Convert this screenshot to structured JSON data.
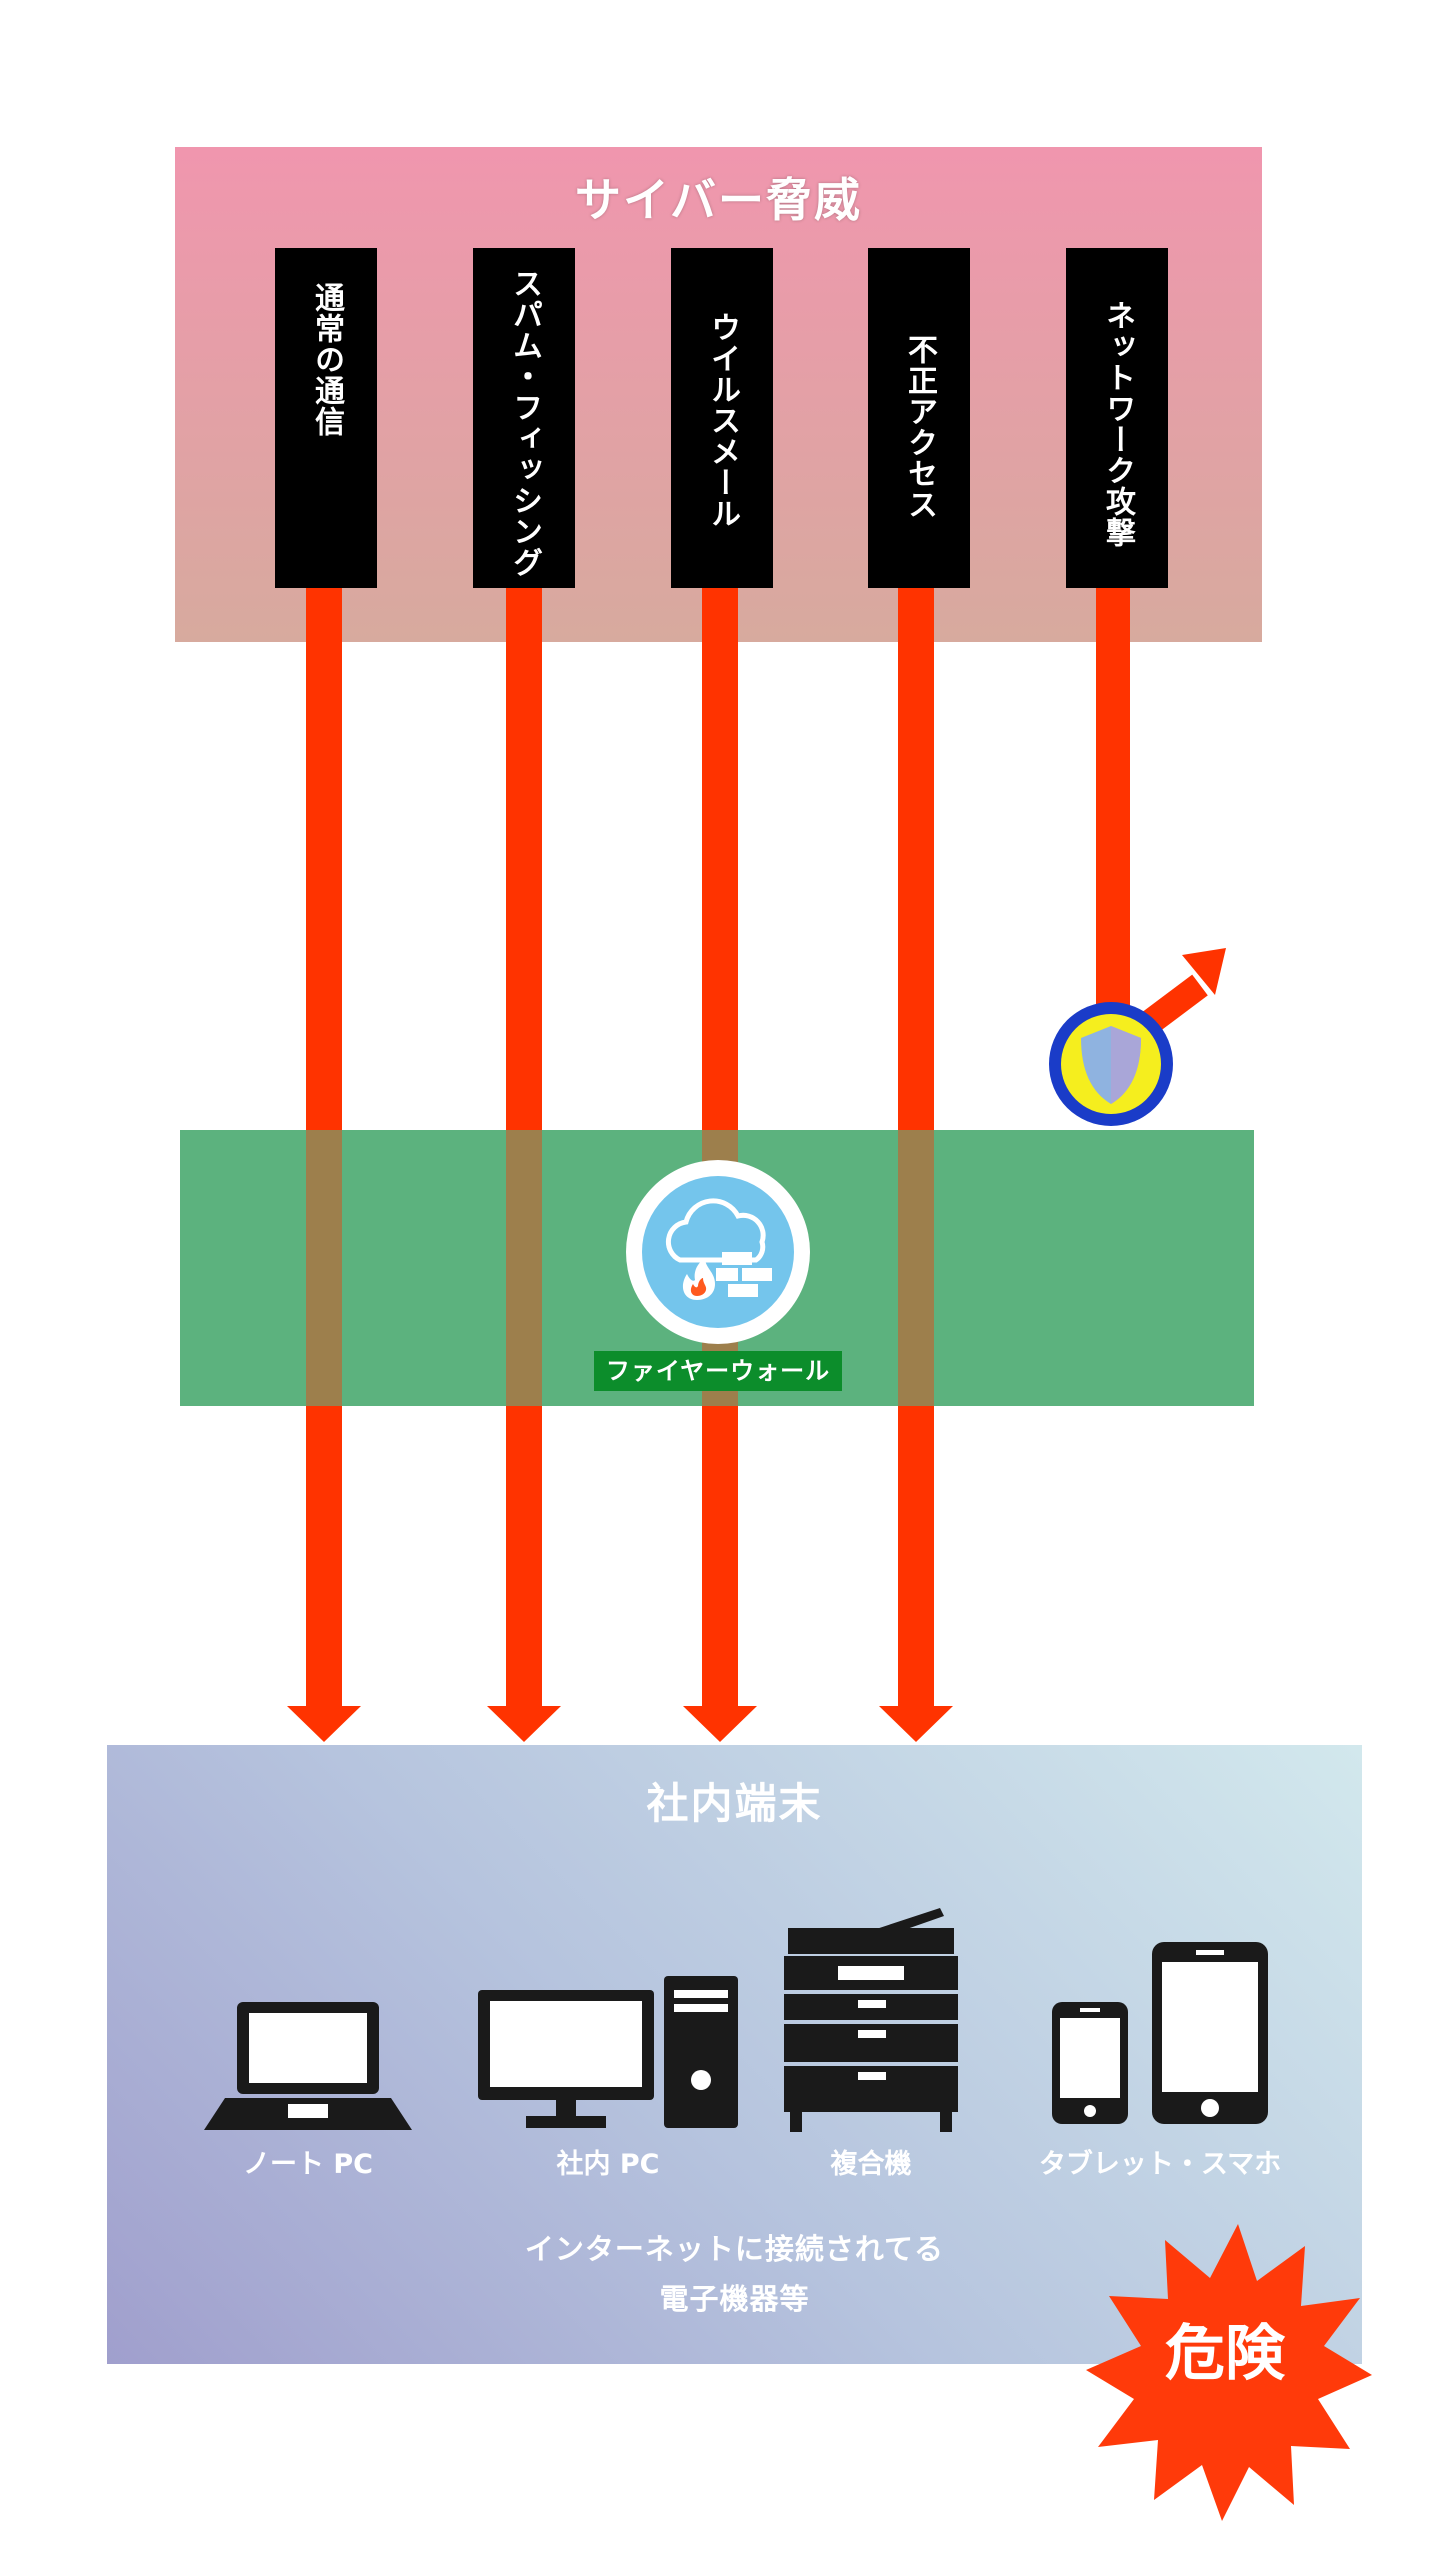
{
  "threats": {
    "title": "サイバー脅威",
    "items": [
      "通常の通信",
      "スパム・フィッシング",
      "ウイルスメール",
      "不正アクセス",
      "ネットワーク攻撃"
    ]
  },
  "firewall": {
    "label": "ファイヤーウォール"
  },
  "terminals": {
    "title": "社内端末",
    "devices": [
      "ノート PC",
      "社内 PC",
      "複合機",
      "タブレット・スマホ"
    ],
    "note_line1": "インターネットに接続されてる",
    "note_line2": "電子機器等"
  },
  "danger": {
    "label": "危険"
  },
  "colors": {
    "arrow": "#ff3300",
    "threat_column": "#000000",
    "firewall_band": "#5cb27e",
    "firewall_label": "#0c8d2b",
    "shield_ring": "#1a3cc8",
    "shield_fill": "#f5ee1e"
  },
  "icons": [
    "cloud-firewall-icon",
    "shield-icon",
    "laptop-icon",
    "desktop-pc-icon",
    "printer-icon",
    "tablet-smartphone-icon",
    "burst-icon"
  ]
}
